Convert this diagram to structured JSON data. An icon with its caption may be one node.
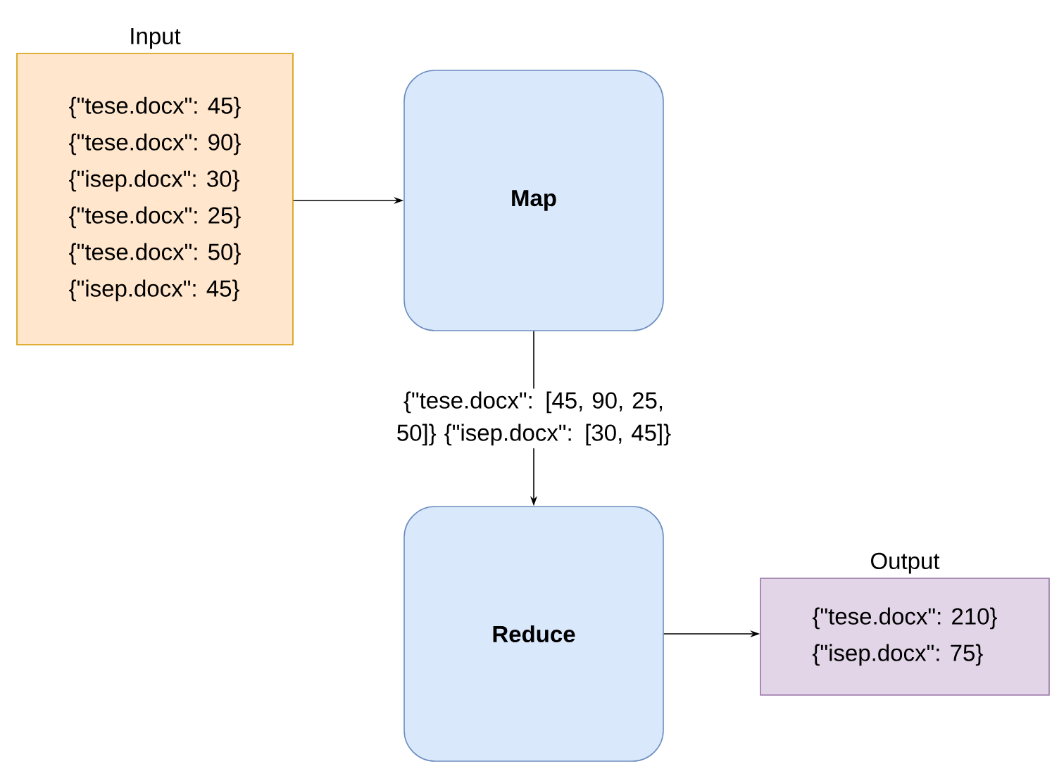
{
  "diagram": {
    "nodes": [
      {
        "text": [
          "Input",
          "{\"tese.docx\": 45}",
          "{\"tese.docx\": 90}",
          "{\"isep.docx\": 30}",
          "{\"tese.docx\": 25}",
          "{\"tese.docx\": 50}",
          "{\"isep.docx\": 45}"
        ]
      },
      {
        "text": [
          "Map"
        ]
      },
      {
        "text": [
          "Reduce"
        ]
      },
      {
        "text": [
          "Output",
          "{\"tese.docx\": 210}",
          "{\"isep.docx\": 75}"
        ]
      }
    ],
    "edges": [
      {
        "from": 0,
        "to": 1,
        "arrow": "to"
      },
      {
        "from": 1,
        "to": 2,
        "arrow": "to",
        "label": "{\"tese.docx\": [45, 90, 25, 50]} {\"isep.docx\": [30, 45]}"
      },
      {
        "from": 2,
        "to": 3,
        "arrow": "to"
      }
    ]
  }
}
